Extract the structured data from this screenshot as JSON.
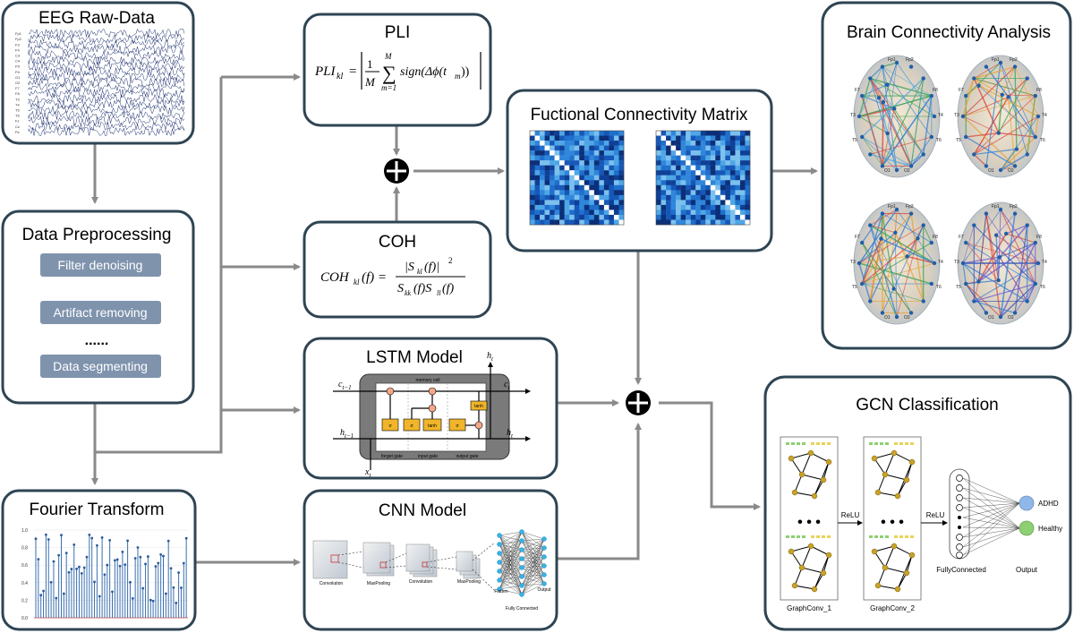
{
  "eeg": {
    "title": "EEG Raw-Data",
    "channels": [
      "Fp1",
      "Fp2",
      "F3",
      "F4",
      "C3",
      "C4",
      "P3",
      "P4",
      "O1",
      "O2",
      "F7",
      "F8",
      "T3",
      "T4",
      "T5",
      "T6",
      "Fz",
      "Cz",
      "Pz"
    ]
  },
  "preprocessing": {
    "title": "Data Preprocessing",
    "steps": [
      "Filter denoising",
      "Artifact removing",
      "......",
      "Data segmenting"
    ]
  },
  "fourier": {
    "title": "Fourier Transform",
    "yticks": [
      "1.0",
      "0.8",
      "0.6",
      "0.4",
      "0.2",
      "0.0"
    ]
  },
  "pli": {
    "title": "PLI"
  },
  "coh": {
    "title": "COH"
  },
  "fcm": {
    "title": "Fuctional Connectivity Matrix"
  },
  "brain": {
    "title": "Brain Connectivity Analysis",
    "electrodes": [
      "Fp1",
      "Fp2",
      "F7",
      "F8",
      "T3",
      "T4",
      "T5",
      "T6",
      "O1",
      "O2"
    ]
  },
  "lstm": {
    "title": "LSTM Model",
    "memory_cell": "memory cell",
    "forget_gate": "forget gate",
    "input_gate": "input gate",
    "output_gate": "output gate",
    "sigma": "σ",
    "tanh": "tanh",
    "c_prev": "c",
    "c_prev_sub": "t−1",
    "c_next": "c",
    "c_next_sub": "t",
    "h_prev": "h",
    "h_prev_sub": "t−1",
    "h_next": "h",
    "h_next_sub": "t",
    "h_top": "h",
    "h_top_sub": "t",
    "x_in": "x",
    "x_in_sub": "t"
  },
  "cnn": {
    "title": "CNN Model",
    "labels": [
      "Convolution",
      "MaxPooling",
      "Convolution",
      "MaxPooling",
      "Flatten",
      "Fully Connected",
      "Output"
    ]
  },
  "gcn": {
    "title": "GCN Classification",
    "dots": "• • •",
    "relu1": "ReLU",
    "relu2": "ReLU",
    "graphconv1": "GraphConv_1",
    "graphconv2": "GraphConv_2",
    "fully": "FullyConnected",
    "output": "Output",
    "class_adhd": "ADHD",
    "class_healthy": "Healthy"
  },
  "colors": {
    "box_border": "#2e4453",
    "arrow": "#8a8a8a",
    "button": "#7f93ad",
    "matrix_dark": "#0b2f78",
    "matrix_light": "#4ea6e6",
    "adhd": "#8fb8e8",
    "healthy": "#8fcf73",
    "node": "#c9a227"
  }
}
